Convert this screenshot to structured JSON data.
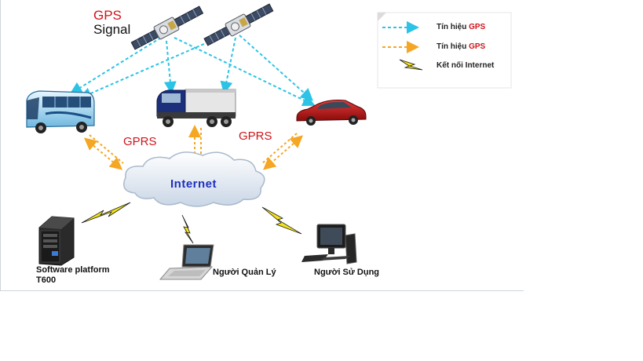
{
  "gps_signal_label": {
    "gps": "GPS",
    "signal": "Signal"
  },
  "gprs_left": "GPRS",
  "gprs_right": "GPRS",
  "internet_label": "Internet",
  "nodes": {
    "server": {
      "line1": "Software platform",
      "line2": "T600"
    },
    "manager": "Người Quản Lý",
    "user": "Người Sử Dụng"
  },
  "legend": [
    {
      "text": "Tín hiệu ",
      "highlight": "GPS",
      "line_color": "#2bc3e6",
      "style": "dashed-arrow"
    },
    {
      "text": "Tín hiệu ",
      "highlight": "GPS",
      "line_color": "#f5a623",
      "style": "dashed-arrow"
    },
    {
      "text": "Kết nối Internet",
      "highlight": "",
      "line_color": "#e6d21c",
      "style": "lightning"
    }
  ],
  "colors": {
    "gps_signal": "#2bc3e6",
    "gprs_signal": "#f5a623",
    "internet_link": "#e6d21c",
    "accent_red": "#d0141a",
    "internet_blue": "#1f2fbf"
  }
}
